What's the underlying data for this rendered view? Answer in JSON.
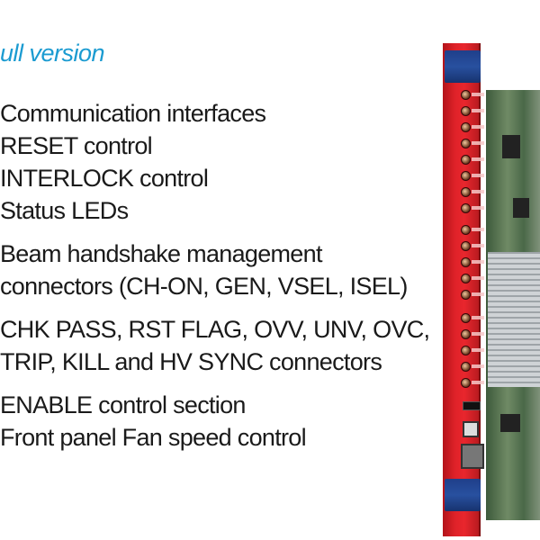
{
  "heading": "ull version",
  "accent_color": "#1b9bd1",
  "features": [
    "Communication interfaces",
    "RESET control",
    "INTERLOCK control",
    "Status LEDs",
    "Beam handshake management",
    "connectors (CH-ON, GEN, VSEL, ISEL)",
    "CHK PASS, RST FLAG, OVV, UNV, OVC,",
    "TRIP, KILL and HV SYNC connectors",
    "ENABLE control section",
    "Front panel Fan speed control"
  ]
}
